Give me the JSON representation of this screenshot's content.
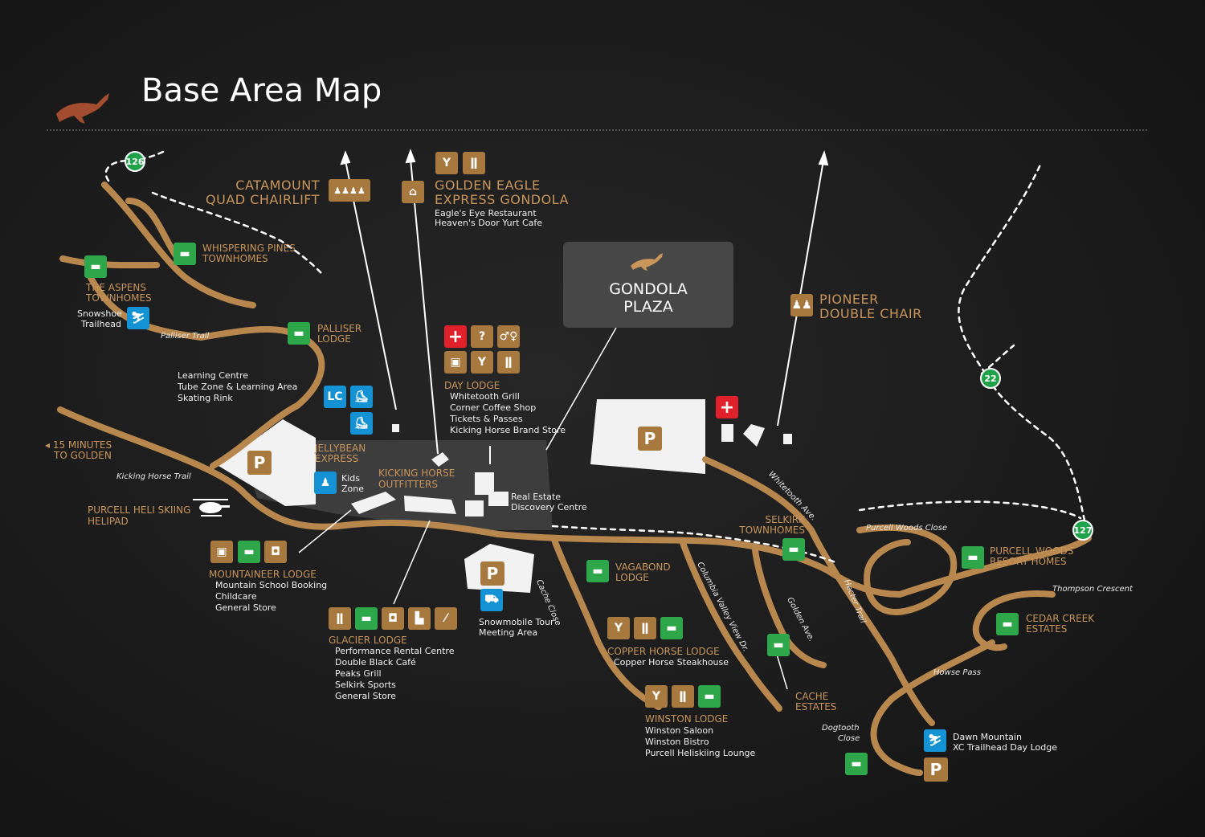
{
  "title": "Base Area Map",
  "colors": {
    "road": "#b8874d",
    "trail": "#ffffff",
    "building": "#ffffff",
    "plaza": "#3b3b3b",
    "accent": "#c8955b",
    "lodging_icon": "#2ea64a",
    "service_icon": "#1592d4",
    "amenity_icon": "#a8793f",
    "first_aid_icon": "#e0202a"
  },
  "trail_markers": [
    "126",
    "22",
    "127"
  ],
  "lifts": {
    "catamount": {
      "line1": "CATAMOUNT",
      "line2": "QUAD CHAIRLIFT"
    },
    "gondola": {
      "line1": "GOLDEN EAGLE",
      "line2": "EXPRESS GONDOLA",
      "detail1": "Eagle's Eye Restaurant",
      "detail2": "Heaven's Door Yurt Cafe"
    },
    "pioneer": {
      "line1": "PIONEER",
      "line2": "DOUBLE CHAIR"
    },
    "jellybean": {
      "line1": "JELLYBEAN",
      "line2": "EXPRESS"
    }
  },
  "gondola_plaza": {
    "line1": "GONDOLA",
    "line2": "PLAZA"
  },
  "places": {
    "whispering_pines": {
      "line1": "WHISPERING PINES",
      "line2": "TOWNHOMES"
    },
    "aspens": {
      "line1": "THE ASPENS",
      "line2": "TOWNHOMES"
    },
    "snowshoe": {
      "line1": "Snowshoe",
      "line2": "Trailhead"
    },
    "palliser_lodge": {
      "line1": "PALLISER",
      "line2": "LODGE"
    },
    "learning": {
      "line1": "Learning Centre",
      "line2": "Tube Zone & Learning Area",
      "line3": "Skating Rink"
    },
    "day_lodge": {
      "name": "DAY LODGE",
      "d1": "Whitetooth Grill",
      "d2": "Corner Coffee Shop",
      "d3": "Tickets & Passes",
      "d4": "Kicking Horse Brand Store"
    },
    "to_golden": {
      "line1": "◂ 15 MINUTES",
      "line2": "TO GOLDEN"
    },
    "kids_zone": {
      "line1": "Kids",
      "line2": "Zone"
    },
    "outfitters": {
      "line1": "KICKING HORSE",
      "line2": "OUTFITTERS"
    },
    "real_estate": {
      "line1": "Real Estate",
      "line2": "Discovery Centre"
    },
    "heli": {
      "line1": "PURCELL HELI SKIING",
      "line2": "HELIPAD"
    },
    "mountaineer": {
      "name": "MOUNTAINEER LODGE",
      "d1": "Mountain School Booking",
      "d2": "Childcare",
      "d3": "General Store"
    },
    "glacier": {
      "name": "GLACIER LODGE",
      "d1": "Performance Rental Centre",
      "d2": "Double Black Café",
      "d3": "Peaks Grill",
      "d4": "Selkirk Sports",
      "d5": "General Store"
    },
    "snowmobile": {
      "line1": "Snowmobile Tour",
      "line2": "Meeting Area"
    },
    "vagabond": {
      "line1": "VAGABOND",
      "line2": "LODGE"
    },
    "copper_horse": {
      "name": "COPPER HORSE LODGE",
      "d1": "Copper Horse Steakhouse"
    },
    "winston": {
      "name": "WINSTON LODGE",
      "d1": "Winston Saloon",
      "d2": "Winston Bistro",
      "d3": "Purcell Heliskiing Lounge"
    },
    "selkirk": {
      "line1": "SELKIRK",
      "line2": "TOWNHOMES"
    },
    "cache_estates": {
      "line1": "CACHE",
      "line2": "ESTATES"
    },
    "purcell_woods": {
      "line1": "PURCELL WOODS",
      "line2": "RESORT HOMES"
    },
    "cedar_creek": {
      "line1": "CEDAR CREEK",
      "line2": "ESTATES"
    },
    "dawn_mountain": {
      "line1": "Dawn Mountain",
      "line2": "XC Trailhead Day Lodge"
    },
    "dogtooth": {
      "line1": "Dogtooth",
      "line2": "Close"
    }
  },
  "roads": {
    "palliser": "Palliser Trail",
    "kicking_horse": "Kicking Horse Trail",
    "whitetooth": "Whitetooth Ave.",
    "cache_close": "Cache Close",
    "columbia_valley": "Columbia Valley View Dr.",
    "golden_ave": "Golden Ave.",
    "hecter": "Hecter Trail",
    "purcell_woods_close": "Purcell Woods Close",
    "thompson": "Thompson Crescent",
    "howse": "Howse Pass"
  },
  "icon_labels": {
    "parking": "P",
    "learning_centre": "LC",
    "info": "?",
    "first_aid": "+"
  }
}
